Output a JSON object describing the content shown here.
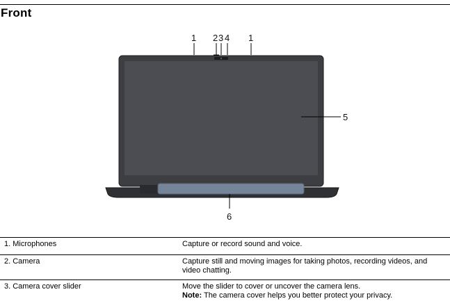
{
  "section": {
    "title": "Front"
  },
  "figure": {
    "callouts": [
      "1",
      "2",
      "3",
      "4",
      "1",
      "5",
      "6"
    ]
  },
  "table": {
    "rows": [
      {
        "item": "1. Microphones",
        "description": "Capture or record sound and voice."
      },
      {
        "item": "2. Camera",
        "description": "Capture still and moving images for taking photos, recording videos, and video chatting."
      },
      {
        "item": "3. Camera cover slider",
        "description": "Move the slider to cover or uncover the camera lens.",
        "note_label": "Note:",
        "note_text": "The camera cover helps you better protect your privacy."
      }
    ]
  }
}
